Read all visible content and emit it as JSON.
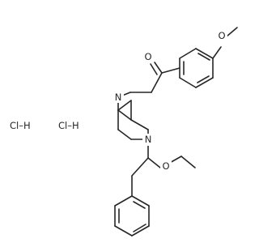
{
  "structure": {
    "atoms": {
      "carbonyl_O": "O",
      "methoxy_O": "O",
      "piperazine_N_top": "N",
      "piperazine_N_bottom": "N",
      "ethoxy_O": "O"
    },
    "salts": [
      "Cl–H",
      "Cl–H"
    ]
  },
  "colors": {
    "bond": "#262626",
    "text": "#262626",
    "background": "#ffffff"
  }
}
